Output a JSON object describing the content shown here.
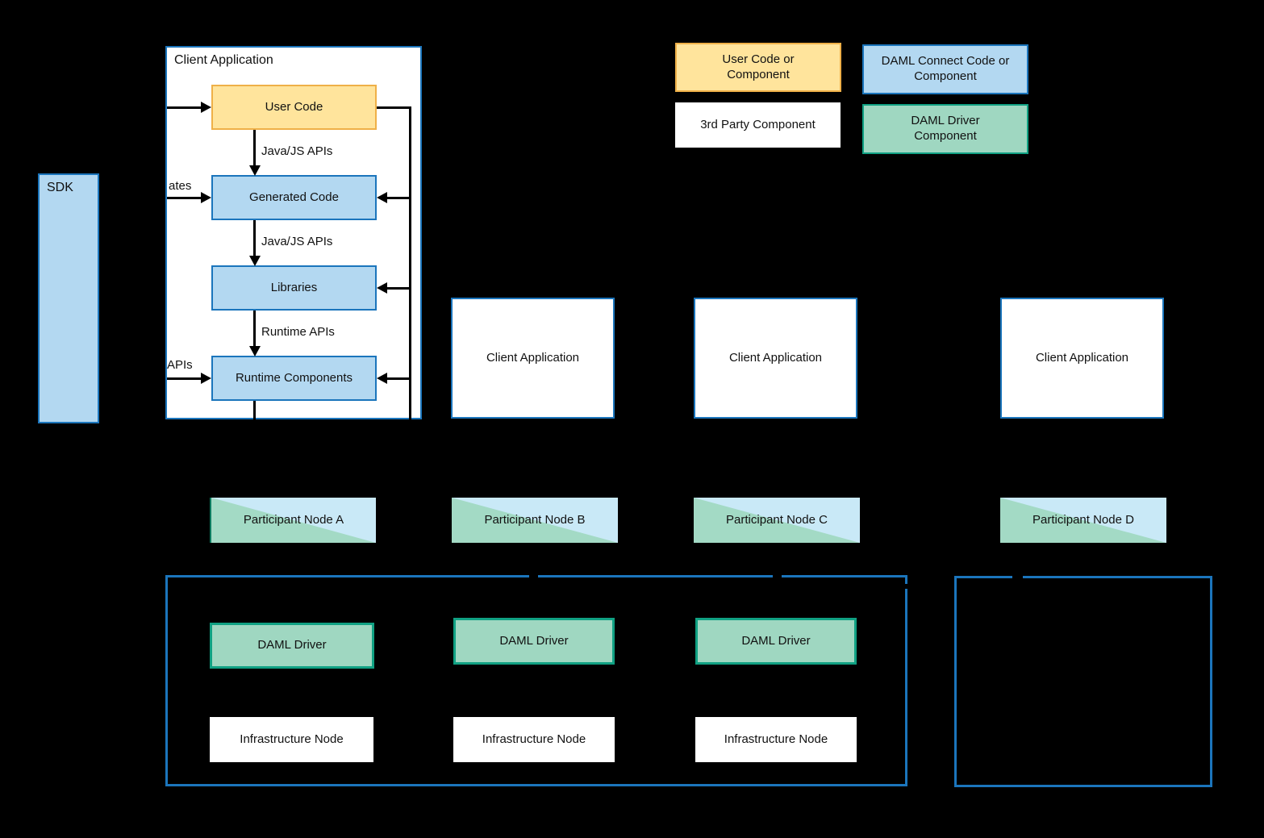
{
  "colors": {
    "background": "#000000",
    "blue-border": "#1b75bc",
    "blue-fill": "#b3d8f1",
    "participant-blue": "#c9e9f7",
    "participant-green": "#a3dac5",
    "participant-edge": "#0d7a5f",
    "green-border": "#10a183",
    "green-fill": "#9fd7c1",
    "yellow-border": "#efb048",
    "yellow-fill": "#ffe49c",
    "box-white": "#ffffff",
    "text": "#111111",
    "line": "#000000"
  },
  "legend": {
    "user_code": "User Code or Component",
    "third_party": "3rd Party Component",
    "daml_connect": "DAML Connect Code or Component",
    "daml_driver": "DAML Driver Component"
  },
  "sdk": {
    "label": "SDK"
  },
  "client_application_detail": {
    "title": "Client Application",
    "layers": [
      {
        "label": "User Code",
        "type": "user-code"
      },
      {
        "label": "Generated Code",
        "type": "daml-connect"
      },
      {
        "label": "Libraries",
        "type": "daml-connect"
      },
      {
        "label": "Runtime Components",
        "type": "daml-connect"
      }
    ],
    "arrow_labels": {
      "user_to_generated": "Java/JS APIs",
      "generated_to_libraries": "Java/JS APIs",
      "libraries_to_runtime": "Runtime APIs"
    },
    "incoming_label_fragments": {
      "generated_code": "ates",
      "runtime_components": "APIs"
    }
  },
  "client_applications": [
    "Client Application",
    "Client Application",
    "Client Application"
  ],
  "participant_nodes": [
    "Participant Node A",
    "Participant Node B",
    "Participant Node C",
    "Participant Node D"
  ],
  "daml_drivers": [
    "DAML Driver",
    "DAML Driver",
    "DAML Driver"
  ],
  "infrastructure_nodes": [
    "Infrastructure Node",
    "Infrastructure Node",
    "Infrastructure Node"
  ]
}
